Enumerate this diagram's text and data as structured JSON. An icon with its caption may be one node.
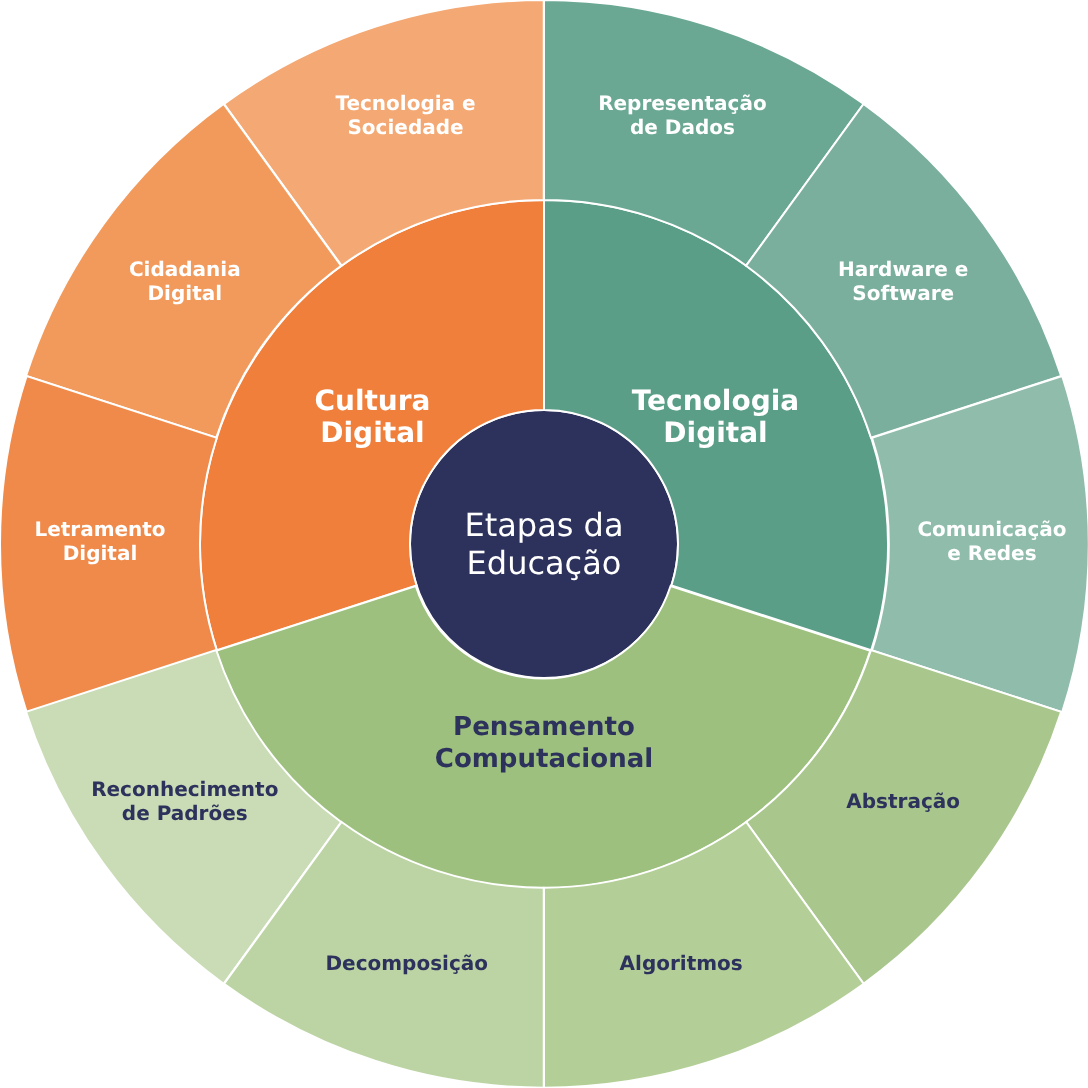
{
  "diagram": {
    "nodes": [
      {
        "text": [
          "Etapas da Educação"
        ]
      },
      {
        "text": [
          "Cultura Digital"
        ]
      },
      {
        "text": [
          "Tecnologia Digital"
        ]
      },
      {
        "text": [
          "Pensamento Computacional"
        ]
      },
      {
        "text": [
          "Tecnologia e Sociedade"
        ]
      },
      {
        "text": [
          "Representação de Dados"
        ]
      },
      {
        "text": [
          "Cidadania Digital"
        ]
      },
      {
        "text": [
          "Hardware e Software"
        ]
      },
      {
        "text": [
          "Letramento Digital"
        ]
      },
      {
        "text": [
          "Comunicação e Redes"
        ]
      },
      {
        "text": [
          "Reconhecimento de Padrões"
        ]
      },
      {
        "text": [
          "Abstração"
        ]
      },
      {
        "text": [
          "Decomposição"
        ]
      },
      {
        "text": [
          "Algoritmos"
        ]
      }
    ]
  }
}
